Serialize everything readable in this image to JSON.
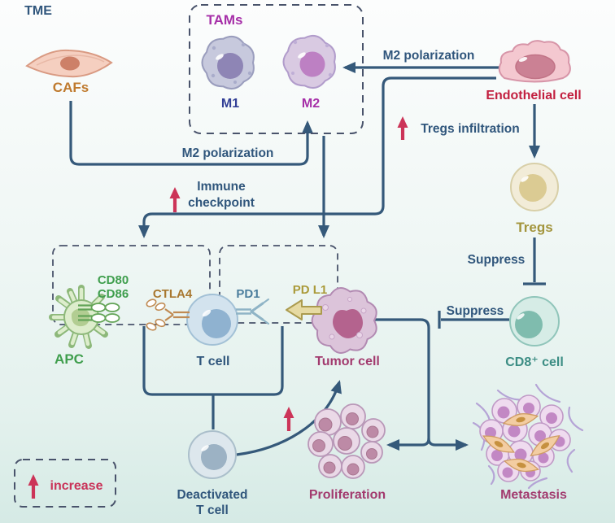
{
  "diagram": {
    "title": {
      "label": "TME",
      "color": "#30567c"
    },
    "nodes": {
      "tams_group": {
        "label": "TAMs",
        "color": "#a62fa8"
      },
      "m1": {
        "label": "M1",
        "color": "#323f96"
      },
      "m2": {
        "label": "M2",
        "color": "#a62fa8"
      },
      "cafs": {
        "label": "CAFs",
        "color": "#bf7a2e"
      },
      "endothelial": {
        "label": "Endothelial cell",
        "color": "#c21f3f"
      },
      "tregs": {
        "label": "Tregs",
        "color": "#a3953d"
      },
      "cd8": {
        "label": "CD8⁺ cell",
        "color": "#3c8d84"
      },
      "apc": {
        "label": "APC",
        "color": "#3f9e4d"
      },
      "cd80": {
        "label": "CD80",
        "color": "#3f9e4d"
      },
      "cd86": {
        "label": "CD86",
        "color": "#3f9e4d"
      },
      "ctla4": {
        "label": "CTLA4",
        "color": "#a8772f"
      },
      "pd1": {
        "label": "PD1",
        "color": "#4c7e9d"
      },
      "pdl1": {
        "label": "PD L1",
        "color": "#aa9a39"
      },
      "t_cell": {
        "label": "T cell",
        "color": "#30567c"
      },
      "tumor": {
        "label": "Tumor cell",
        "color": "#a23a6e"
      },
      "deactivated_t": {
        "line1": "Deactivated",
        "line2": "T cell",
        "color": "#30567c"
      },
      "proliferation": {
        "label": "Proliferation",
        "color": "#a23a6e"
      },
      "metastasis": {
        "label": "Metastasis",
        "color": "#a23a6e"
      }
    },
    "edges": {
      "m2_polarization_top": {
        "label": "M2 polarization",
        "color": "#30567c"
      },
      "m2_polarization_bottom": {
        "label": "M2 polarization",
        "color": "#30567c"
      },
      "tregs_infiltration": {
        "label": "Tregs infiltration",
        "color": "#30567c"
      },
      "immune_checkpoint": {
        "line1": "Immune",
        "line2": "checkpoint",
        "color": "#30567c"
      },
      "suppress_tregs_cd8": {
        "label": "Suppress",
        "color": "#30567c"
      },
      "suppress_cd8_tumor": {
        "label": "Suppress",
        "color": "#30567c"
      }
    },
    "legend": {
      "increase": {
        "label": "increase",
        "color": "#c93258"
      }
    },
    "colors": {
      "connector": "#35597a",
      "increase_arrow": "#cc3458",
      "dashed_box": "#49536b",
      "background_top": "#fbfdfd",
      "background_bottom": "#d8ebe7"
    }
  }
}
